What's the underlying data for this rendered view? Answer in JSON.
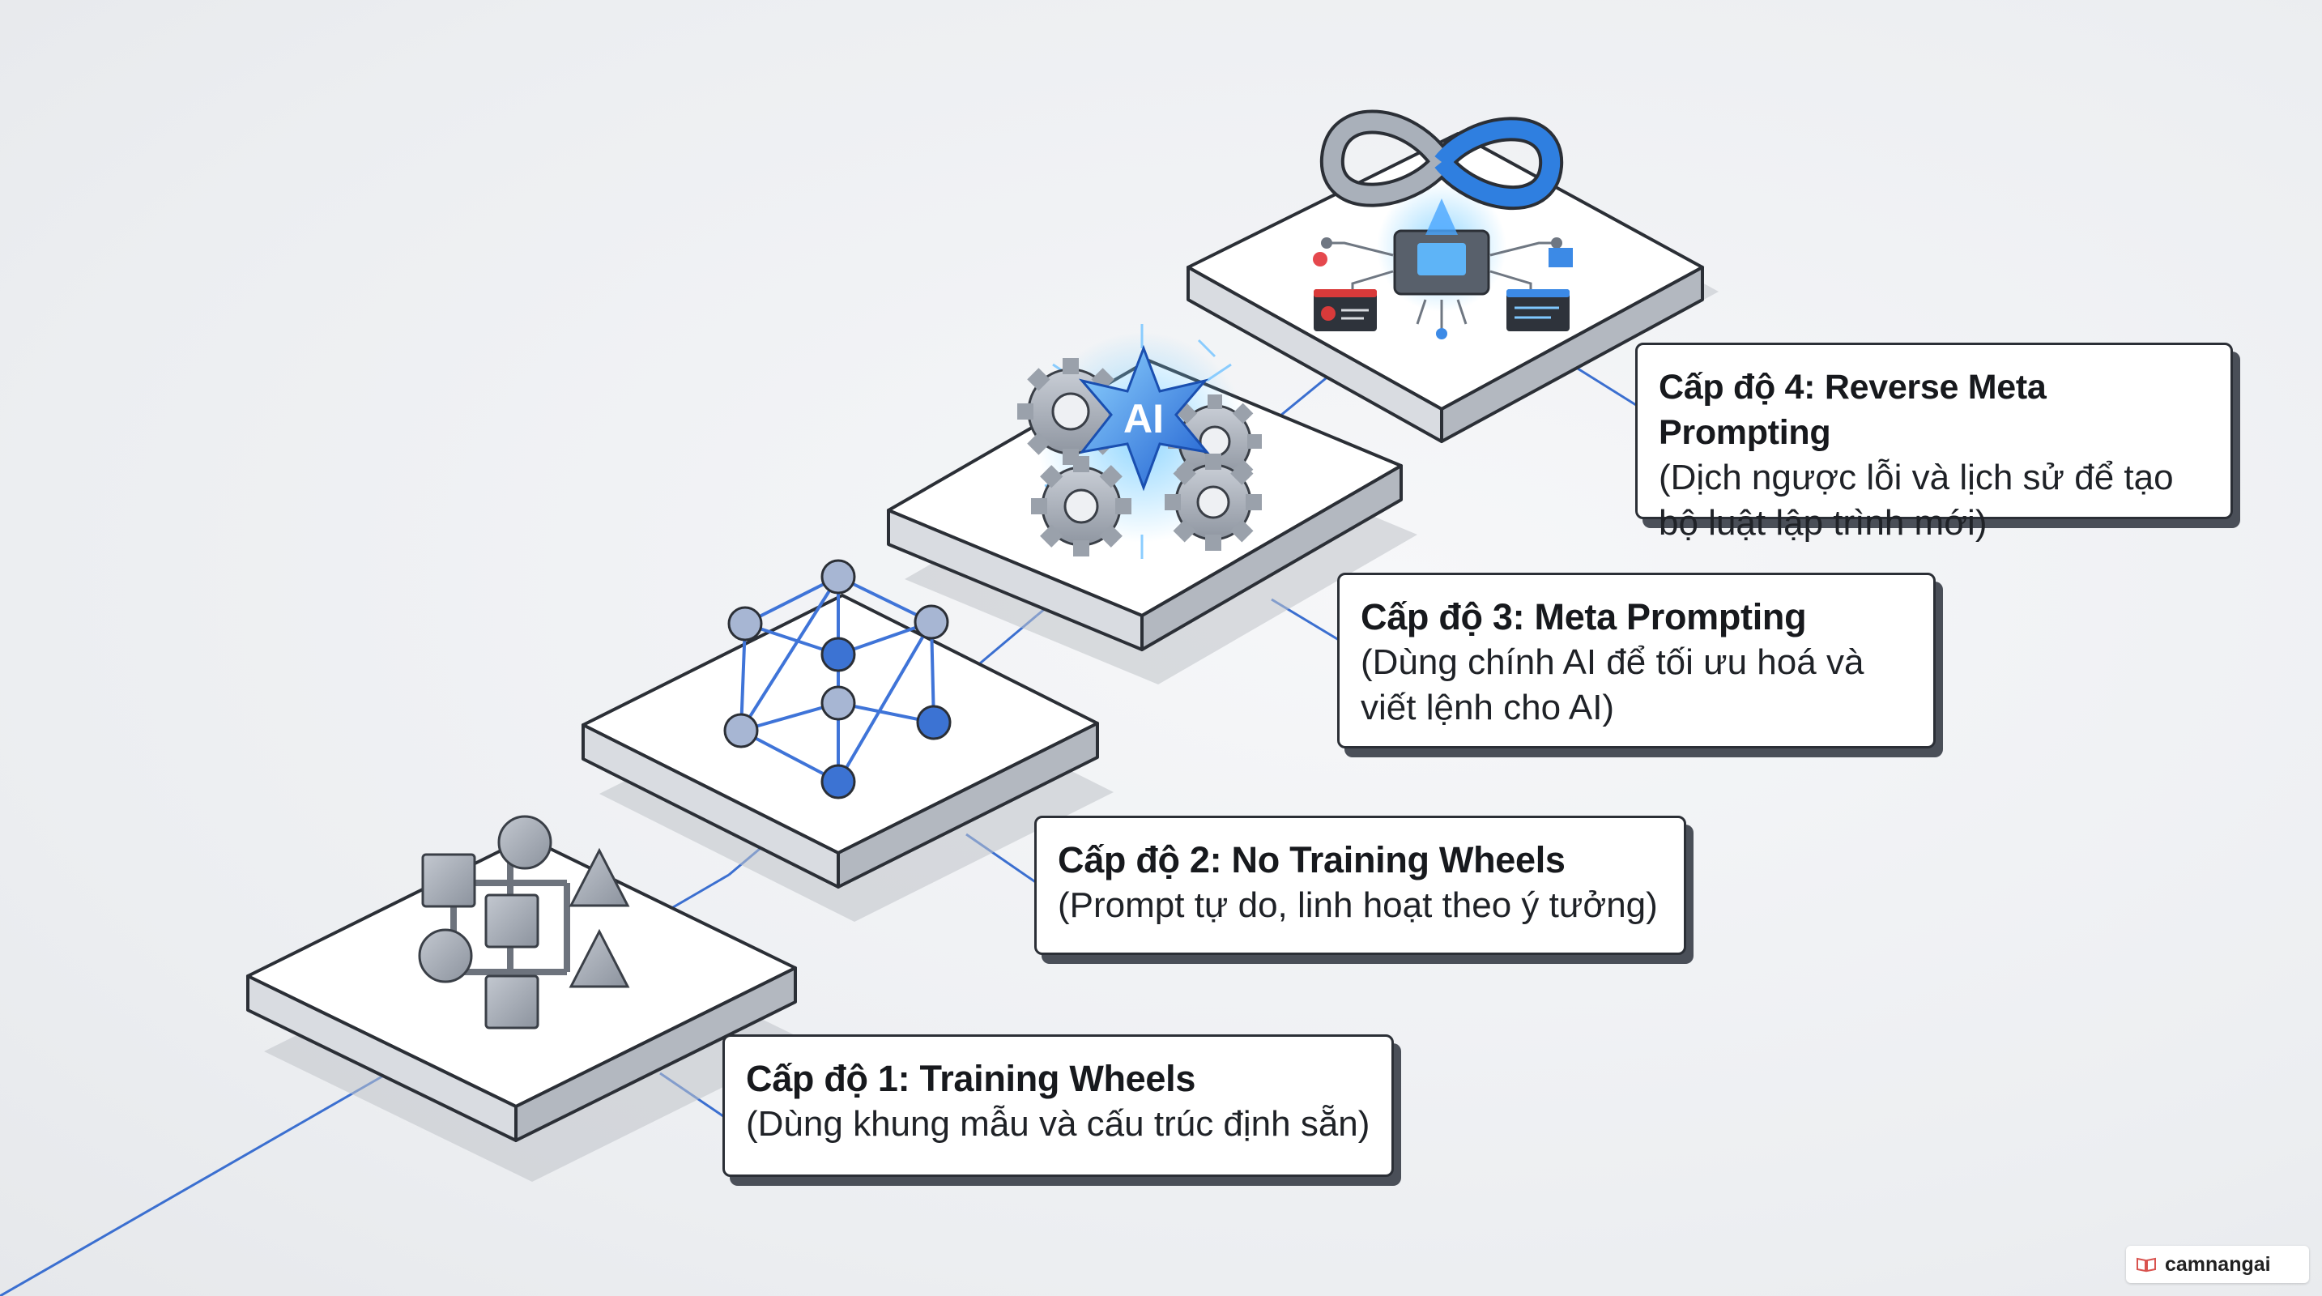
{
  "levels": [
    {
      "title": "Cấp độ 1: Training Wheels",
      "desc": [
        "(Dùng khung mẫu và cấu trúc định sẵn)"
      ],
      "icon": "geometric-shapes-cube-icon"
    },
    {
      "title": "Cấp độ 2: No Training Wheels",
      "desc": [
        "(Prompt tự do, linh hoạt theo ý tưởng)"
      ],
      "icon": "network-nodes-icon"
    },
    {
      "title": "Cấp độ 3: Meta Prompting",
      "desc": [
        "(Dùng chính AI để tối ưu hoá và",
        "viết lệnh cho AI)"
      ],
      "icon": "ai-gears-icon"
    },
    {
      "title": "Cấp độ 4: Reverse Meta Prompting",
      "desc": [
        "(Dịch ngược lỗi và lịch sử để tạo",
        "bộ luật lập trình mới)"
      ],
      "icon": "infinity-chip-icon"
    }
  ],
  "ai_badge": "AI",
  "brand": {
    "name": "camnangai",
    "icon": "book-icon"
  },
  "colors": {
    "accent_blue": "#2f6fd6",
    "gear_gray": "#9aa1ab",
    "outline_dark": "#2b2f36",
    "error_red": "#d93a3a"
  }
}
